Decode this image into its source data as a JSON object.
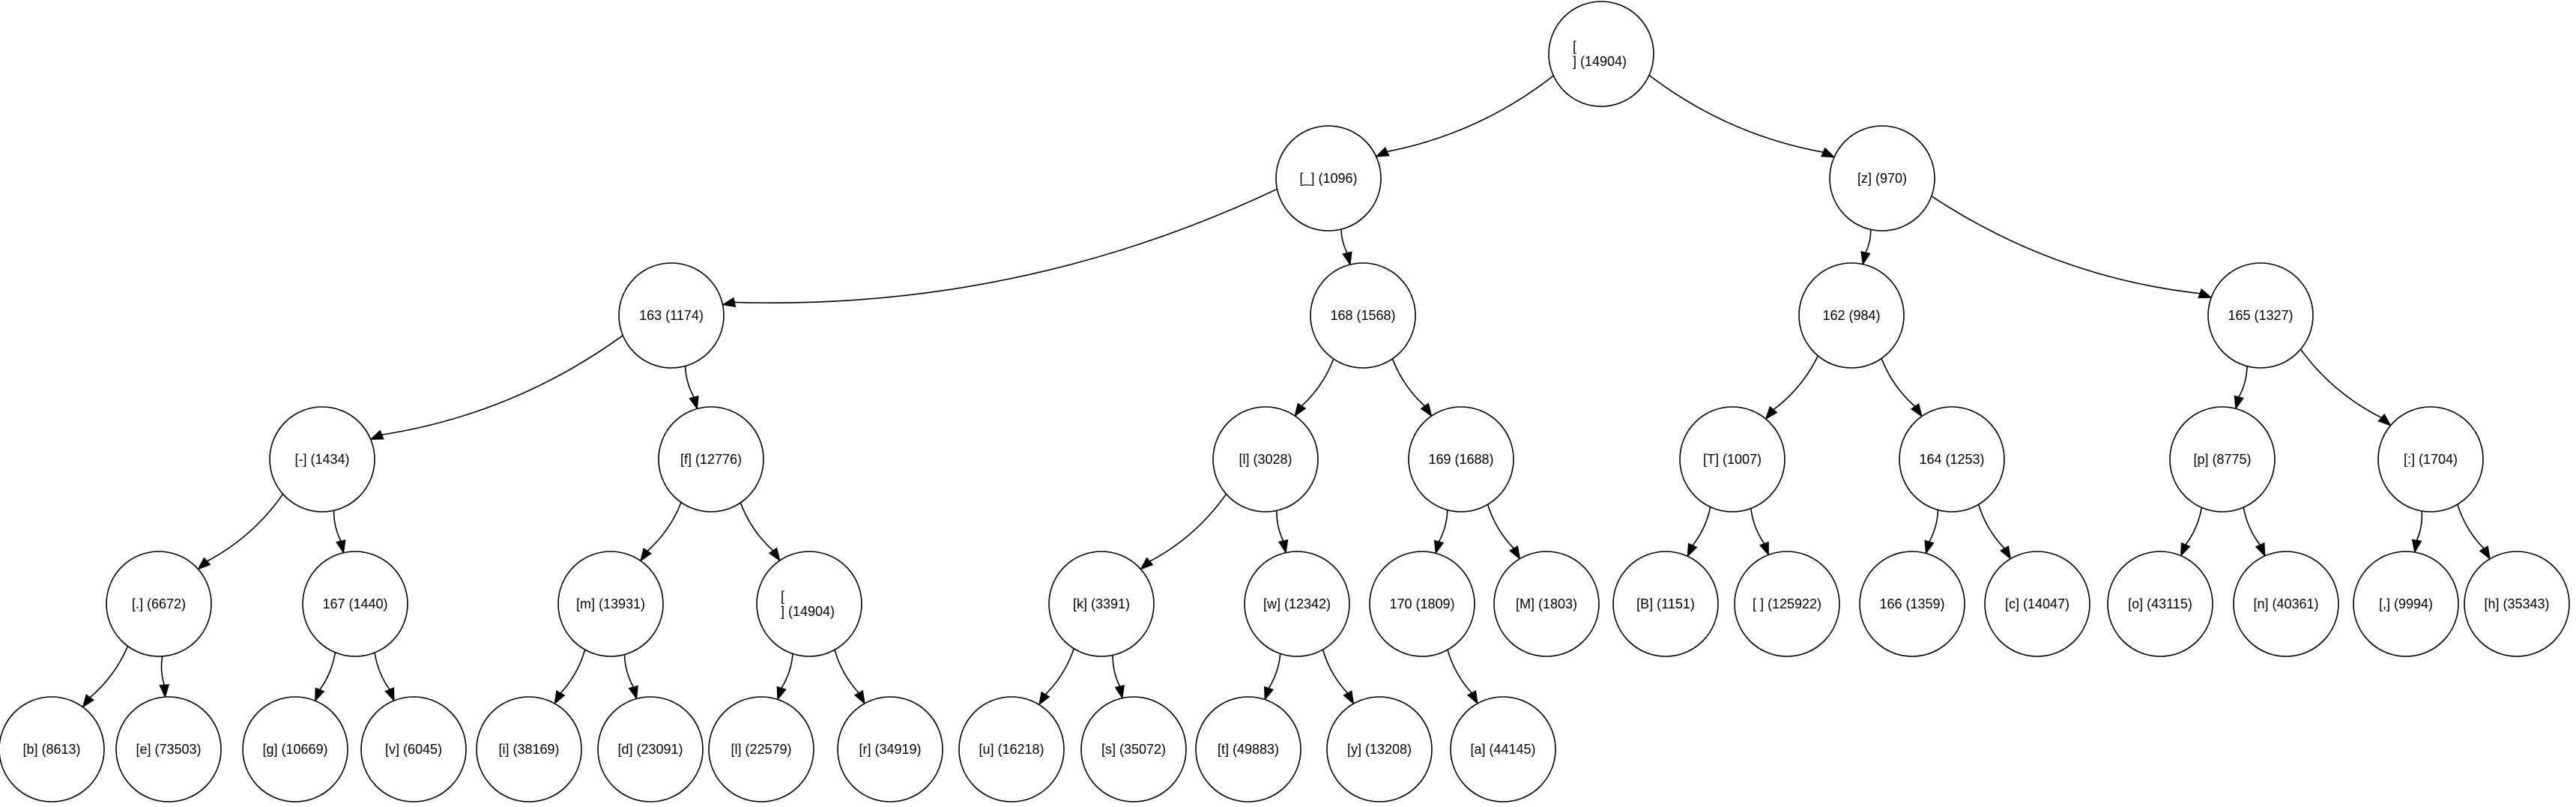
{
  "tree": {
    "nodes": [
      {
        "id": "root",
        "lines": [
          "[",
          "] (14904)"
        ]
      },
      {
        "id": "n_underscore",
        "lines": [
          "[_] (1096)"
        ]
      },
      {
        "id": "n_z",
        "lines": [
          "[z] (970)"
        ]
      },
      {
        "id": "n_163",
        "lines": [
          "163 (1174)"
        ]
      },
      {
        "id": "n_168",
        "lines": [
          "168 (1568)"
        ]
      },
      {
        "id": "n_162",
        "lines": [
          "162 (984)"
        ]
      },
      {
        "id": "n_165",
        "lines": [
          "165 (1327)"
        ]
      },
      {
        "id": "n_dash",
        "lines": [
          "[-] (1434)"
        ]
      },
      {
        "id": "n_f",
        "lines": [
          "[f] (12776)"
        ]
      },
      {
        "id": "n_l",
        "lines": [
          "[l] (3028)"
        ]
      },
      {
        "id": "n_169",
        "lines": [
          "169 (1688)"
        ]
      },
      {
        "id": "n_T",
        "lines": [
          "[T] (1007)"
        ]
      },
      {
        "id": "n_164",
        "lines": [
          "164 (1253)"
        ]
      },
      {
        "id": "n_p",
        "lines": [
          "[p] (8775)"
        ]
      },
      {
        "id": "n_colon",
        "lines": [
          "[:] (1704)"
        ]
      },
      {
        "id": "n_dot",
        "lines": [
          "[.] (6672)"
        ]
      },
      {
        "id": "n_167",
        "lines": [
          "167 (1440)"
        ]
      },
      {
        "id": "n_m",
        "lines": [
          "[m] (13931)"
        ]
      },
      {
        "id": "n_nl2",
        "lines": [
          "[",
          "] (14904)"
        ]
      },
      {
        "id": "n_k",
        "lines": [
          "[k] (3391)"
        ]
      },
      {
        "id": "n_w",
        "lines": [
          "[w] (12342)"
        ]
      },
      {
        "id": "n_170",
        "lines": [
          "170 (1809)"
        ]
      },
      {
        "id": "n_M",
        "lines": [
          "[M] (1803)"
        ]
      },
      {
        "id": "n_B",
        "lines": [
          "[B] (1151)"
        ]
      },
      {
        "id": "n_space",
        "lines": [
          "[ ] (125922)"
        ]
      },
      {
        "id": "n_166",
        "lines": [
          "166 (1359)"
        ]
      },
      {
        "id": "n_c",
        "lines": [
          "[c] (14047)"
        ]
      },
      {
        "id": "n_o",
        "lines": [
          "[o] (43115)"
        ]
      },
      {
        "id": "n_n",
        "lines": [
          "[n] (40361)"
        ]
      },
      {
        "id": "n_comma",
        "lines": [
          "[,] (9994)"
        ]
      },
      {
        "id": "n_h",
        "lines": [
          "[h] (35343)"
        ]
      },
      {
        "id": "n_b",
        "lines": [
          "[b] (8613)"
        ]
      },
      {
        "id": "n_e",
        "lines": [
          "[e] (73503)"
        ]
      },
      {
        "id": "n_g",
        "lines": [
          "[g] (10669)"
        ]
      },
      {
        "id": "n_v",
        "lines": [
          "[v] (6045)"
        ]
      },
      {
        "id": "n_i",
        "lines": [
          "[i] (38169)"
        ]
      },
      {
        "id": "n_d",
        "lines": [
          "[d] (23091)"
        ]
      },
      {
        "id": "n_fl",
        "lines": [
          "[l] (22579)"
        ]
      },
      {
        "id": "n_r",
        "lines": [
          "[r] (34919)"
        ]
      },
      {
        "id": "n_u",
        "lines": [
          "[u] (16218)"
        ]
      },
      {
        "id": "n_s",
        "lines": [
          "[s] (35072)"
        ]
      },
      {
        "id": "n_t",
        "lines": [
          "[t] (49883)"
        ]
      },
      {
        "id": "n_y",
        "lines": [
          "[y] (13208)"
        ]
      },
      {
        "id": "n_a",
        "lines": [
          "[a] (44145)"
        ]
      }
    ],
    "edges": [
      [
        "root",
        "n_underscore"
      ],
      [
        "root",
        "n_z"
      ],
      [
        "n_underscore",
        "n_163"
      ],
      [
        "n_underscore",
        "n_168"
      ],
      [
        "n_z",
        "n_162"
      ],
      [
        "n_z",
        "n_165"
      ],
      [
        "n_163",
        "n_dash"
      ],
      [
        "n_163",
        "n_f"
      ],
      [
        "n_168",
        "n_l"
      ],
      [
        "n_168",
        "n_169"
      ],
      [
        "n_162",
        "n_T"
      ],
      [
        "n_162",
        "n_164"
      ],
      [
        "n_165",
        "n_p"
      ],
      [
        "n_165",
        "n_colon"
      ],
      [
        "n_dash",
        "n_dot"
      ],
      [
        "n_dash",
        "n_167"
      ],
      [
        "n_f",
        "n_m"
      ],
      [
        "n_f",
        "n_nl2"
      ],
      [
        "n_l",
        "n_k"
      ],
      [
        "n_l",
        "n_w"
      ],
      [
        "n_169",
        "n_170"
      ],
      [
        "n_169",
        "n_M"
      ],
      [
        "n_T",
        "n_B"
      ],
      [
        "n_T",
        "n_space"
      ],
      [
        "n_164",
        "n_166"
      ],
      [
        "n_164",
        "n_c"
      ],
      [
        "n_p",
        "n_o"
      ],
      [
        "n_p",
        "n_n"
      ],
      [
        "n_colon",
        "n_comma"
      ],
      [
        "n_colon",
        "n_h"
      ],
      [
        "n_dot",
        "n_b"
      ],
      [
        "n_dot",
        "n_e"
      ],
      [
        "n_167",
        "n_g"
      ],
      [
        "n_167",
        "n_v"
      ],
      [
        "n_m",
        "n_i"
      ],
      [
        "n_m",
        "n_d"
      ],
      [
        "n_nl2",
        "n_fl"
      ],
      [
        "n_nl2",
        "n_r"
      ],
      [
        "n_k",
        "n_u"
      ],
      [
        "n_k",
        "n_s"
      ],
      [
        "n_w",
        "n_t"
      ],
      [
        "n_w",
        "n_y"
      ],
      [
        "n_170",
        "n_a"
      ]
    ]
  }
}
